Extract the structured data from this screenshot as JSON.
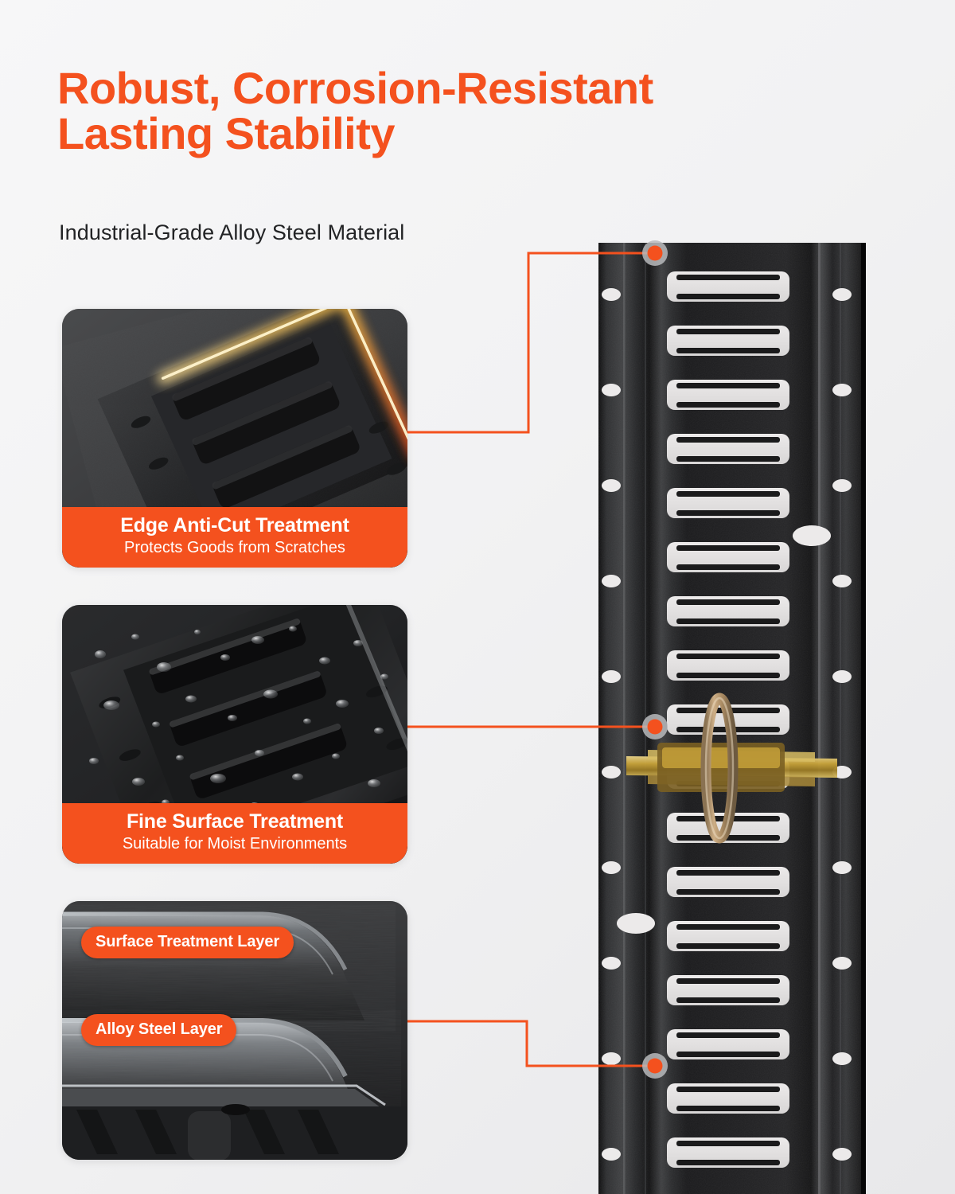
{
  "theme": {
    "accent": "#F4511E",
    "accent_soft": "#FF6A33",
    "text_dark": "#222325",
    "bg_light": "#F4F4F5",
    "metal_dark": "#1b1b1c",
    "metal_mid": "#3a3b3d",
    "gold": "#c9a227"
  },
  "header": {
    "headline": "Robust, Corrosion-Resistant\nLasting Stability",
    "headline_line1": "Robust, Corrosion-Resistant",
    "headline_line2": "Lasting Stability",
    "subheadline": "Industrial-Grade Alloy Steel Material"
  },
  "cards": [
    {
      "id": "edge-anti-cut",
      "title": "Edge Anti-Cut Treatment",
      "subtitle": "Protects Goods from Scratches",
      "photo_description": "angled black e-track rail with glowing orange edge highlight"
    },
    {
      "id": "fine-surface",
      "title": "Fine Surface Treatment",
      "subtitle": "Suitable for Moist Environments",
      "photo_description": "black e-track rail covered in water droplets"
    },
    {
      "id": "material-layers",
      "title": "",
      "subtitle": "",
      "photo_description": "cross-section of rail showing coating layers",
      "pills": [
        {
          "label": "Surface Treatment Layer"
        },
        {
          "label": "Alloy Steel Layer"
        }
      ]
    }
  ],
  "hero": {
    "product_name": "E-Track Rail",
    "alt": "Black powder-coated steel E-track rail with horizontal slots, mounting holes and a gold zinc-plated O-ring tie-down fitting",
    "fitting": "gold O-ring tie-down fitting",
    "callout_count": 3
  },
  "callouts": [
    {
      "id": "callout-edge",
      "target_label": "top rail edge"
    },
    {
      "id": "callout-surface",
      "target_label": "rail face surface"
    },
    {
      "id": "callout-layers",
      "target_label": "rail material cross-section"
    }
  ]
}
